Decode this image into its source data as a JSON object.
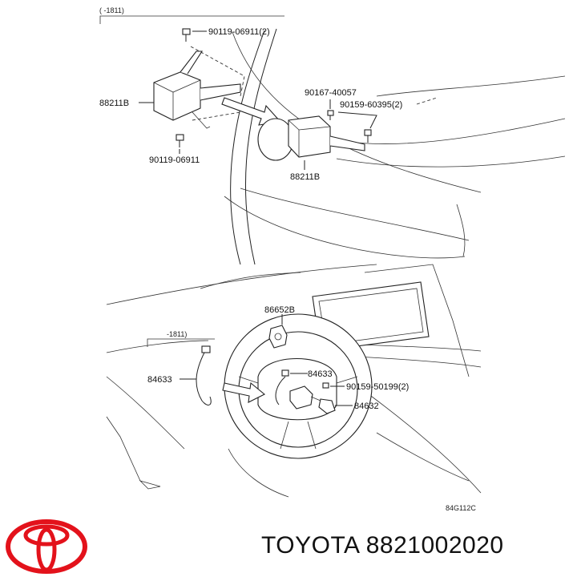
{
  "diagram": {
    "top_bracket_range": "(     -1811)",
    "bottom_bracket_range": "-1811)",
    "labels_top": {
      "bolt_a": "90119-06911(2)",
      "sensor_left": "88211B",
      "bolt_b": "90119-06911",
      "screw_a": "90167-40057",
      "screw_b": "90159-60395(2)",
      "sensor_right": "88211B"
    },
    "labels_bottom": {
      "switch_pad": "86652B",
      "harness_left": "84633",
      "harness_right": "84633",
      "screw_c": "90159-50199(2)",
      "switch_part": "84632"
    },
    "figure_code": "84G112C"
  },
  "footer": {
    "brand_part": "TOYOTA 8821002020",
    "logo": "toyota-logo"
  },
  "colors": {
    "logo_red": "#e3121b",
    "line": "#222222"
  }
}
